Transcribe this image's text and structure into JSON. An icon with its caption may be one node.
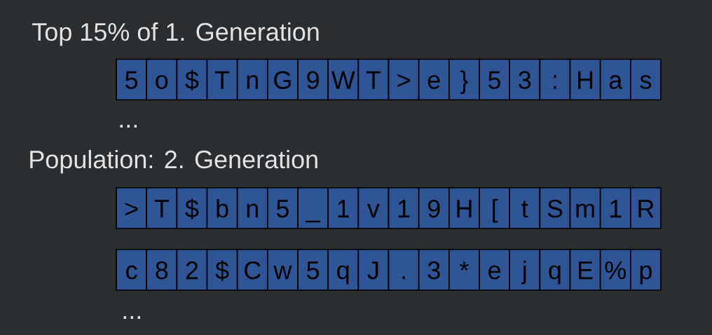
{
  "diagram": {
    "nodes": [
      {
        "text": [
          "5"
        ]
      },
      {
        "text": [
          "o"
        ]
      },
      {
        "text": [
          "$"
        ]
      },
      {
        "text": [
          "T"
        ]
      },
      {
        "text": [
          "n"
        ]
      },
      {
        "text": [
          "G"
        ]
      },
      {
        "text": [
          "9"
        ]
      },
      {
        "text": [
          "W"
        ]
      },
      {
        "text": [
          "T"
        ]
      },
      {
        "text": [
          ">"
        ]
      },
      {
        "text": [
          "e"
        ]
      },
      {
        "text": [
          "}"
        ]
      },
      {
        "text": [
          "5"
        ]
      },
      {
        "text": [
          "3"
        ]
      },
      {
        "text": [
          ":"
        ]
      },
      {
        "text": [
          "H"
        ]
      },
      {
        "text": [
          "a"
        ]
      },
      {
        "text": [
          "s"
        ]
      },
      {
        "text": [
          ">"
        ]
      },
      {
        "text": [
          "T"
        ]
      },
      {
        "text": [
          "$"
        ]
      },
      {
        "text": [
          "b"
        ]
      },
      {
        "text": [
          "n"
        ]
      },
      {
        "text": [
          "5"
        ]
      },
      {
        "text": [
          "_"
        ]
      },
      {
        "text": [
          "1"
        ]
      },
      {
        "text": [
          "v"
        ]
      },
      {
        "text": [
          "1"
        ]
      },
      {
        "text": [
          "9"
        ]
      },
      {
        "text": [
          "H"
        ]
      },
      {
        "text": [
          "["
        ]
      },
      {
        "text": [
          "t"
        ]
      },
      {
        "text": [
          "S"
        ]
      },
      {
        "text": [
          "m"
        ]
      },
      {
        "text": [
          "1"
        ]
      },
      {
        "text": [
          "R"
        ]
      },
      {
        "text": [
          "c"
        ]
      },
      {
        "text": [
          "8"
        ]
      },
      {
        "text": [
          "2"
        ]
      },
      {
        "text": [
          "$"
        ]
      },
      {
        "text": [
          "C"
        ]
      },
      {
        "text": [
          "w"
        ]
      },
      {
        "text": [
          "5"
        ]
      },
      {
        "text": [
          "q"
        ]
      },
      {
        "text": [
          "J"
        ]
      },
      {
        "text": [
          "."
        ]
      },
      {
        "text": [
          "3"
        ]
      },
      {
        "text": [
          "*"
        ]
      },
      {
        "text": [
          "e"
        ]
      },
      {
        "text": [
          "j"
        ]
      },
      {
        "text": [
          "q"
        ]
      },
      {
        "text": [
          "E"
        ]
      },
      {
        "text": [
          "%"
        ]
      },
      {
        "text": [
          "p"
        ]
      }
    ],
    "labels": [
      "Top 15% of 1. Generation",
      "...",
      "Population: 2. Generation",
      "..."
    ]
  }
}
